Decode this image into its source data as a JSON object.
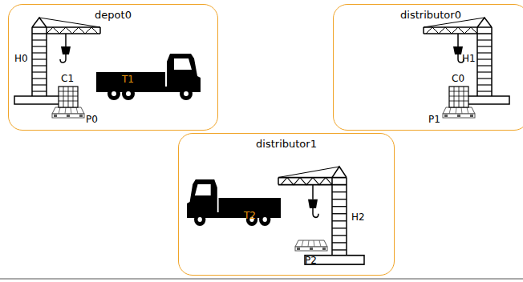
{
  "diagram": {
    "nodes": [
      {
        "text": [
          "depot0"
        ]
      },
      {
        "text": [
          "distributor0"
        ]
      },
      {
        "text": [
          "distributor1"
        ]
      }
    ],
    "labels": [
      "H0",
      "C1",
      "T1",
      "P0",
      "H1",
      "C0",
      "P1",
      "T2",
      "H2",
      "P2"
    ]
  }
}
